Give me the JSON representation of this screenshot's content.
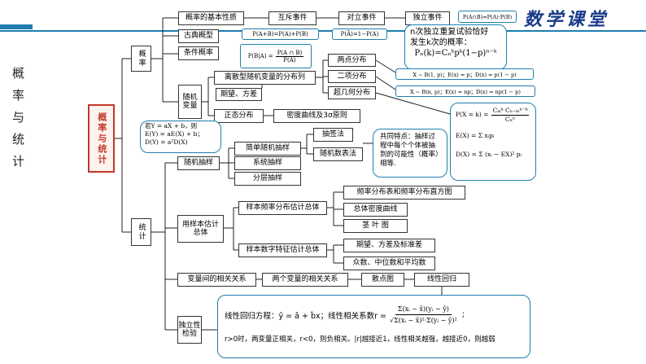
{
  "header": {
    "title_partial": "数学课堂"
  },
  "side_title": "概率与统计",
  "main_node": "概率与统计",
  "branches": {
    "probability": "概率",
    "statistics": "统计"
  },
  "probability": {
    "basic_properties": "概率的基本性质",
    "mutually_exclusive": "互斥事件",
    "complementary": "对立事件",
    "independent": "独立事件",
    "f_independent": "P(A∩B)=P(A)·P(B)",
    "f_exclusive": "P(A+B)=P(A)+P(B)",
    "f_complement": "P(Ā)=1−P(A)",
    "classical": "古典概型",
    "conditional": "条件概率",
    "f_conditional_lhs": "P(B|A) =",
    "f_conditional_num": "P(A ∩ B)",
    "f_conditional_den": "P(A)",
    "bernoulli_line1": "n次独立重复试验恰好",
    "bernoulli_line2": "发生k次的概率：",
    "bernoulli_formula": "Pₙ(k)=Cₙᵏpᵏ(1−p)ⁿ⁻ᵏ",
    "random_var_1": "随机",
    "random_var_2": "变量",
    "discrete_dist": "离散型随机变量的分布列",
    "expectation_variance": "期望、方差",
    "normal_dist": "正态分布",
    "density_curve": "密度曲线及3σ原则",
    "two_point": "两点分布",
    "binomial": "二项分布",
    "hypergeometric": "超几何分布",
    "f_two_point": "X ~ B(1, p)；E(x) = p；D(x) = p(1 − p)",
    "f_binomial": "X ~ B(n, p)；E(x) = np；D(x) = np(1 − p)",
    "f_hyper_lhs": "P(X = k) =",
    "f_hyper_num": "Cₘᵏ Cₙ₋ₘⁿ⁻ᵏ",
    "f_hyper_den": "Cₙⁿ",
    "f_expect": "E(X) = Σ xᵢpᵢ",
    "f_variance": "D(X) = Σ (xᵢ − EX)² pᵢ",
    "f_linear": "若Y = aX + b，则\nE(Y) = aE(X) + b；\nD(Y) = a²D(X)"
  },
  "statistics": {
    "random_sampling": "随机抽样",
    "simple_random": "简单随机抽样",
    "lottery": "抽签法",
    "random_table": "随机数表法",
    "systematic": "系统抽样",
    "stratified": "分层抽样",
    "common_feature": "共同特点：抽样过程中每个个体被抽到的可能性（概率）相等.",
    "estimate_pop": "用样本估计总体",
    "freq_estimate": "样本频率分布估计总体",
    "freq_table": "频率分布表和频率分布直方图",
    "density_curve": "总体密度曲线",
    "stem_leaf": "茎 叶 图",
    "digital_estimate": "样本数字特征估计总体",
    "expect_var": "期望、方差及标准差",
    "mode_median": "众数、中位数和平均数",
    "correlation": "变量间的相关关系",
    "two_var": "两个变量的相关关系",
    "scatter": "散点图",
    "regression": "线性回归",
    "independence_1": "独立性",
    "independence_2": "检验",
    "reg_equation": "线性回归方程：ŷ = â + b̂x；线性相关系数r =",
    "r_num": "Σ(xᵢ − x̄)(yᵢ − ȳ)",
    "r_den": "√Σ(xᵢ − x̄)²·Σ(yᵢ − ȳ)²",
    "r_desc": "r>0时，两变量正相关，r<0，则负相关。|r|越接近1，线性相关越强，越接近0，则越弱"
  },
  "colors": {
    "main_border": "#c0392b",
    "main_text": "#c0392b",
    "accent": "#1e7fae",
    "header_line": "#1e7fae",
    "title_blue": "#1a3a8a"
  }
}
